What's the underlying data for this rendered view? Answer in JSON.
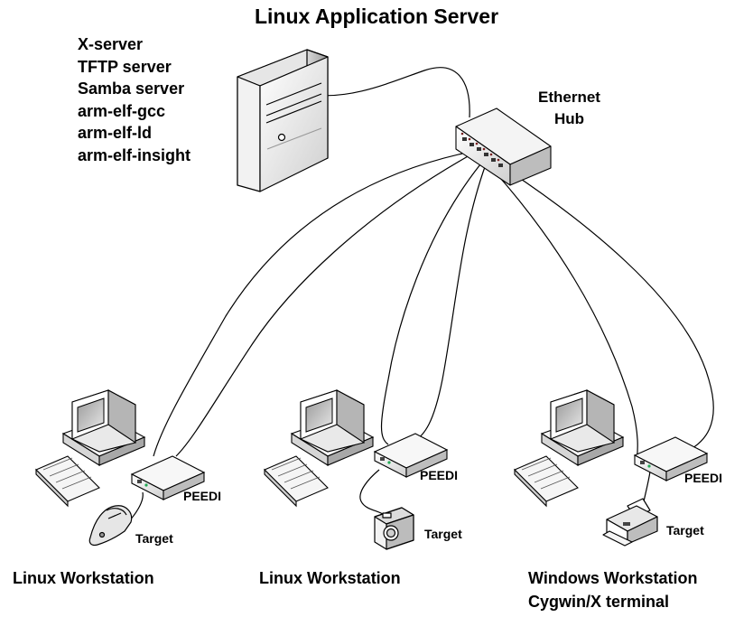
{
  "title": "Linux Application Server",
  "server": {
    "services": [
      "X-server",
      "TFTP server",
      "Samba server",
      "arm-elf-gcc",
      "arm-elf-ld",
      "arm-elf-insight"
    ]
  },
  "hub": {
    "label_line1": "Ethernet",
    "label_line2": "Hub"
  },
  "workstations": [
    {
      "label": "Linux Workstation",
      "peedi": "PEEDI",
      "target": "Target",
      "target_icon": "phone-icon"
    },
    {
      "label": "Linux Workstation",
      "peedi": "PEEDI",
      "target": "Target",
      "target_icon": "camera-icon"
    },
    {
      "label": "Windows Workstation",
      "label2": "Cygwin/X terminal",
      "peedi": "PEEDI",
      "target": "Target",
      "target_icon": "printer-icon"
    }
  ]
}
